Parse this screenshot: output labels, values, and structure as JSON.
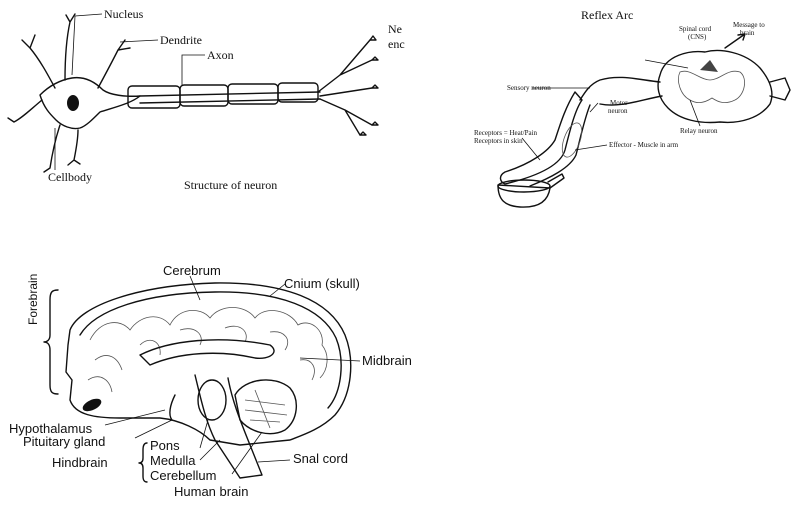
{
  "neuron": {
    "nucleus": "Nucleus",
    "dendrite": "Dendrite",
    "axon": "Axon",
    "nerve_ending_1": "Ne",
    "nerve_ending_2": "enc",
    "cellbody": "Cellbody",
    "caption": "Structure of neuron"
  },
  "reflex": {
    "title": "Reflex Arc",
    "spinal_cord": "Spinal cord",
    "cns": "(CNS)",
    "message_1": "Message to",
    "message_2": "brain",
    "sensory": "Sensory neuron",
    "motor_1": "Motor",
    "motor_2": "neuron",
    "receptors_1": "Receptors = Heat/Pain",
    "receptors_2": "Receptors in skin",
    "relay": "Relay neuron",
    "effector": "Effector - Muscle in arm"
  },
  "brain": {
    "forebrain": "Forebrain",
    "cerebrum": "Cerebrum",
    "cranium": "Cnium (skull)",
    "midbrain": "Midbrain",
    "hypothalamus": "Hypothalamus",
    "pituitary": "Pituitary gland",
    "hindbrain": "Hindbrain",
    "pons": "Pons",
    "medulla": "Medulla",
    "cerebellum": "Cerebellum",
    "spinal": "Snal cord",
    "caption": "Human brain"
  }
}
